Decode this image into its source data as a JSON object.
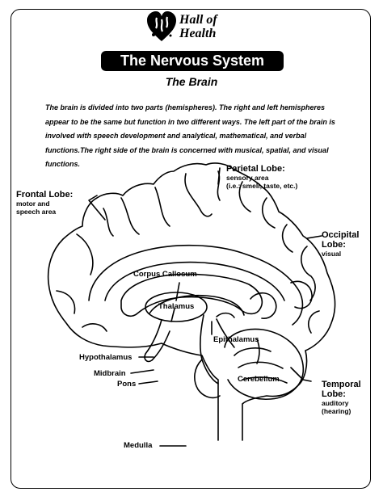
{
  "logo": {
    "line1": "Hall of",
    "line2": "Health"
  },
  "header": {
    "title": "The Nervous System",
    "subtitle": "The Brain"
  },
  "intro": "The brain is divided into two parts (hemispheres). The right and left hemispheres appear to be the same but function in two different ways. The left part of the brain is involved with speech development and analytical, mathematical, and verbal functions.The right side of the brain is concerned with musical, spatial, and visual functions.",
  "labels": {
    "frontal": {
      "name": "Frontal Lobe:",
      "desc1": "motor and",
      "desc2": "speech area"
    },
    "parietal": {
      "name": "Parietal Lobe:",
      "desc1": "sensory area",
      "desc2": "(i.e.: smell, taste, etc.)"
    },
    "occipital": {
      "name1": "Occipital",
      "name2": "Lobe:",
      "desc": "visual"
    },
    "temporal": {
      "name1": "Temporal",
      "name2": "Lobe:",
      "desc1": "auditory",
      "desc2": "(hearing)"
    },
    "corpus_callosum": "Corpus Callosum",
    "thalamus": "Thalamus",
    "epithalamus": "Epithalamus",
    "hypothalamus": "Hypothalamus",
    "midbrain": "Midbrain",
    "pons": "Pons",
    "cerebellum": "Cerebellum",
    "medulla": "Medulla"
  }
}
